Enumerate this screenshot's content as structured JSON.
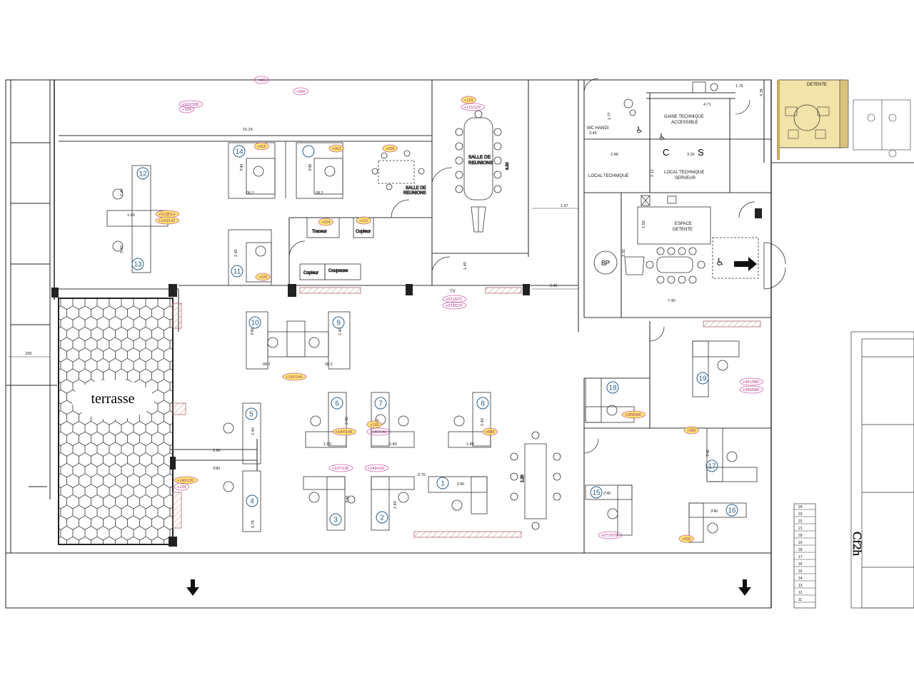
{
  "rooms": {
    "terrasse": "terrasse",
    "salle_reunions_1": [
      "SALLE DE",
      "REUNIONS"
    ],
    "salle_reunions_2": [
      "SALLE DE",
      "REUNIONS"
    ],
    "wc": "WC HANDI",
    "gaine": [
      "GAINE TECHNIQUE",
      "ACCESSIBLE"
    ],
    "local_technique": "LOCAL TECHNIQUE",
    "local_serveur": [
      "LOCAL TECHNIQUE",
      "SERVEUR"
    ],
    "espace_detente": [
      "ESPACE",
      "DETENTE"
    ],
    "detente_top": "DETENTE",
    "capacity": "8P",
    "tv": "TV",
    "cs_c": "C",
    "cs_s": "S",
    "stair_label": "Cf2h"
  },
  "equipment": {
    "traceur": "Traceur",
    "copieur1": "Copieur",
    "copieur2": "Copieur",
    "coupeuse": "Coupeuse"
  },
  "dimensions": {
    "d1624": "16.24",
    "d200": "200",
    "d167": "1.67",
    "d242": "2.42",
    "d740": "7.40",
    "d471": "4.71",
    "d248": "2.48",
    "d329": "3.29",
    "d345": "3.45",
    "d177": "1.77",
    "d212": "2.12",
    "d150": "1.50",
    "d332": "3.32",
    "d650": "6.50",
    "d140": "1.40",
    "d070": "0.70",
    "d120": "1.20",
    "d180a": "1.80",
    "d180b": "1.80",
    "d380": "3.80",
    "d380b": "3'80",
    "d240": "2.40",
    "d082": "08,2",
    "d340": "3.40",
    "d078": "0.78",
    "d438": "4.38",
    "d176": "1.76"
  },
  "desks": [
    "1",
    "2",
    "3",
    "4",
    "5",
    "6",
    "7",
    "8",
    "9",
    "10",
    "11",
    "12",
    "13",
    "14",
    "15",
    "16",
    "17",
    "18",
    "19"
  ],
  "tags": {
    "t107": "+107/108",
    "t109": "+109",
    "t096": "+096",
    "t105": "+105",
    "t120": "+120",
    "t121": "+121/122",
    "t316": "+316",
    "t002": "+002",
    "t008": "+008",
    "t013": "+013/014",
    "t141": "+141/142",
    "t004": "+004",
    "t131": "+131",
    "t020": "+020",
    "t071": "+071/072",
    "t073": "+073/074",
    "t143": "+143/144",
    "t147": "+147/148",
    "t132": "+132",
    "t145": "+145/146",
    "t088": "+088",
    "t137": "+137/138",
    "t149": "+149/150",
    "t140": "+140/139",
    "t134": "+134",
    "t081": "+081/082",
    "t083": "+083/084",
    "t085": "+085/086",
    "t089": "+089",
    "t077": "+077/078",
    "t090": "+090"
  },
  "stair_steps": [
    "24",
    "23",
    "22",
    "21",
    "20",
    "19",
    "18",
    "17",
    "16",
    "15",
    "14",
    "13",
    "12",
    "11"
  ]
}
